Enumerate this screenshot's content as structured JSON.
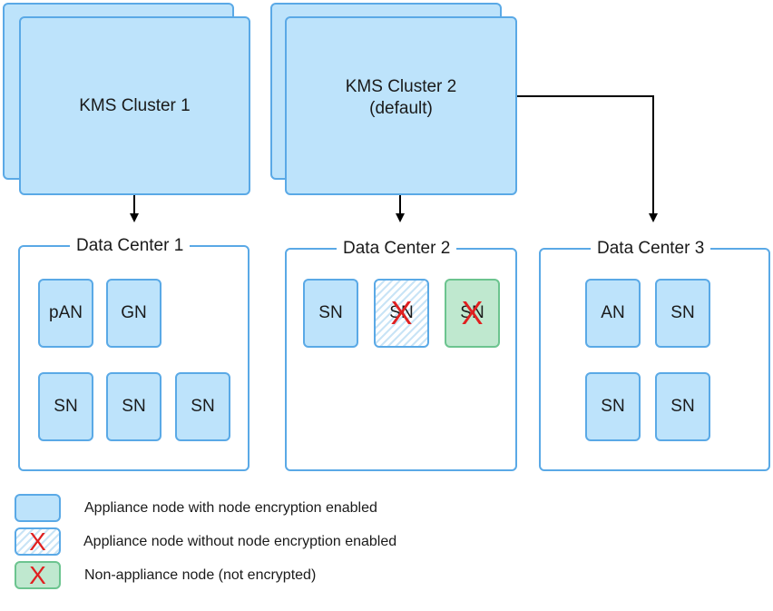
{
  "kms_clusters": [
    {
      "label": "KMS Cluster 1"
    },
    {
      "label": "KMS Cluster 2",
      "sublabel": "(default)"
    }
  ],
  "data_centers": [
    {
      "title": "Data Center 1",
      "nodes": [
        "pAN",
        "GN",
        "SN",
        "SN",
        "SN"
      ]
    },
    {
      "title": "Data Center 2",
      "nodes": [
        "SN",
        "SN",
        "SN"
      ]
    },
    {
      "title": "Data Center 3",
      "nodes": [
        "AN",
        "SN",
        "SN",
        "SN"
      ]
    }
  ],
  "x_mark": "X",
  "legend": [
    {
      "type": "encrypted",
      "text": "Appliance node with node encryption enabled"
    },
    {
      "type": "unencrypted-appliance",
      "text": "Appliance node without node encryption enabled"
    },
    {
      "type": "non-appliance",
      "text": "Non-appliance node (not encrypted)"
    }
  ],
  "colors": {
    "node_fill": "#bde3fb",
    "node_border": "#5aa9e6",
    "non_appliance_fill": "#bfe8cf",
    "x_mark": "#e02020"
  }
}
